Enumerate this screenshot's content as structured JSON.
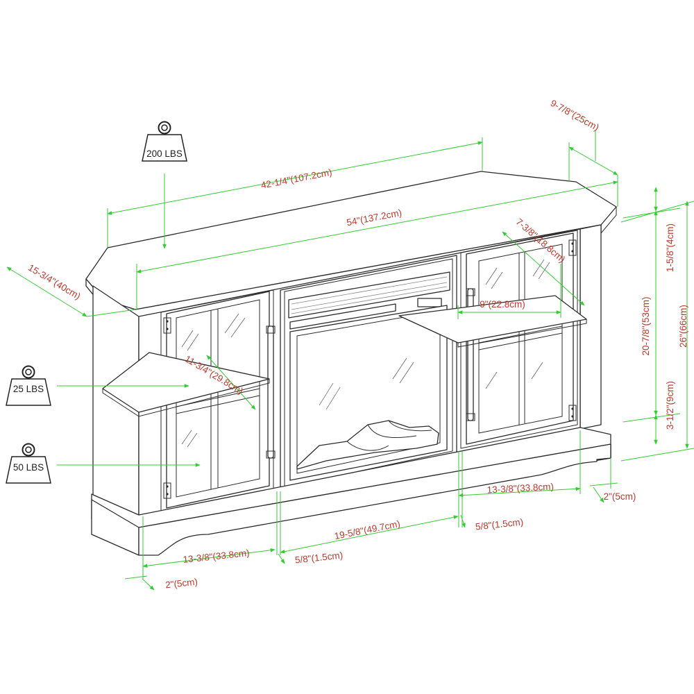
{
  "weights": {
    "top": "200 LBS",
    "shelf": "25 LBS",
    "bottom": "50 LBS"
  },
  "dimensions": {
    "top_front_width": "42-1/4\"(107.2cm)",
    "overall_width": "54\"(137.2cm)",
    "top_side_depth": "9-7/8\"(25cm)",
    "overall_depth": "15-3/4\"(40cm)",
    "cabinet_depth": "7-3/8\"(18.8cm)",
    "inner_shelf_width": "9\"(22.8cm)",
    "shelf_depth": "11-3/4\"(29.8cm)",
    "top_thickness": "1-5/8\"(4cm)",
    "cabinet_height": "20-7/8\"(53cm)",
    "base_height": "3-1/2\"(9cm)",
    "overall_height": "26\"(66cm)",
    "right_door_width": "13-3/8\"(33.8cm)",
    "right_base_offset": "2\"(5cm)",
    "fireplace_width": "19-5/8\"(49.7cm)",
    "right_gap": "5/8\"(1.5cm)",
    "left_door_width": "13-3/8\"(33.8cm)",
    "left_gap": "5/8\"(1.5cm)",
    "left_base_offset": "2\"(5cm)"
  },
  "colors": {
    "dimension_text": "#c0392b",
    "dimension_line": "#33cc33",
    "outline": "#2b2b2b"
  },
  "icons": [
    "weight-icon"
  ]
}
